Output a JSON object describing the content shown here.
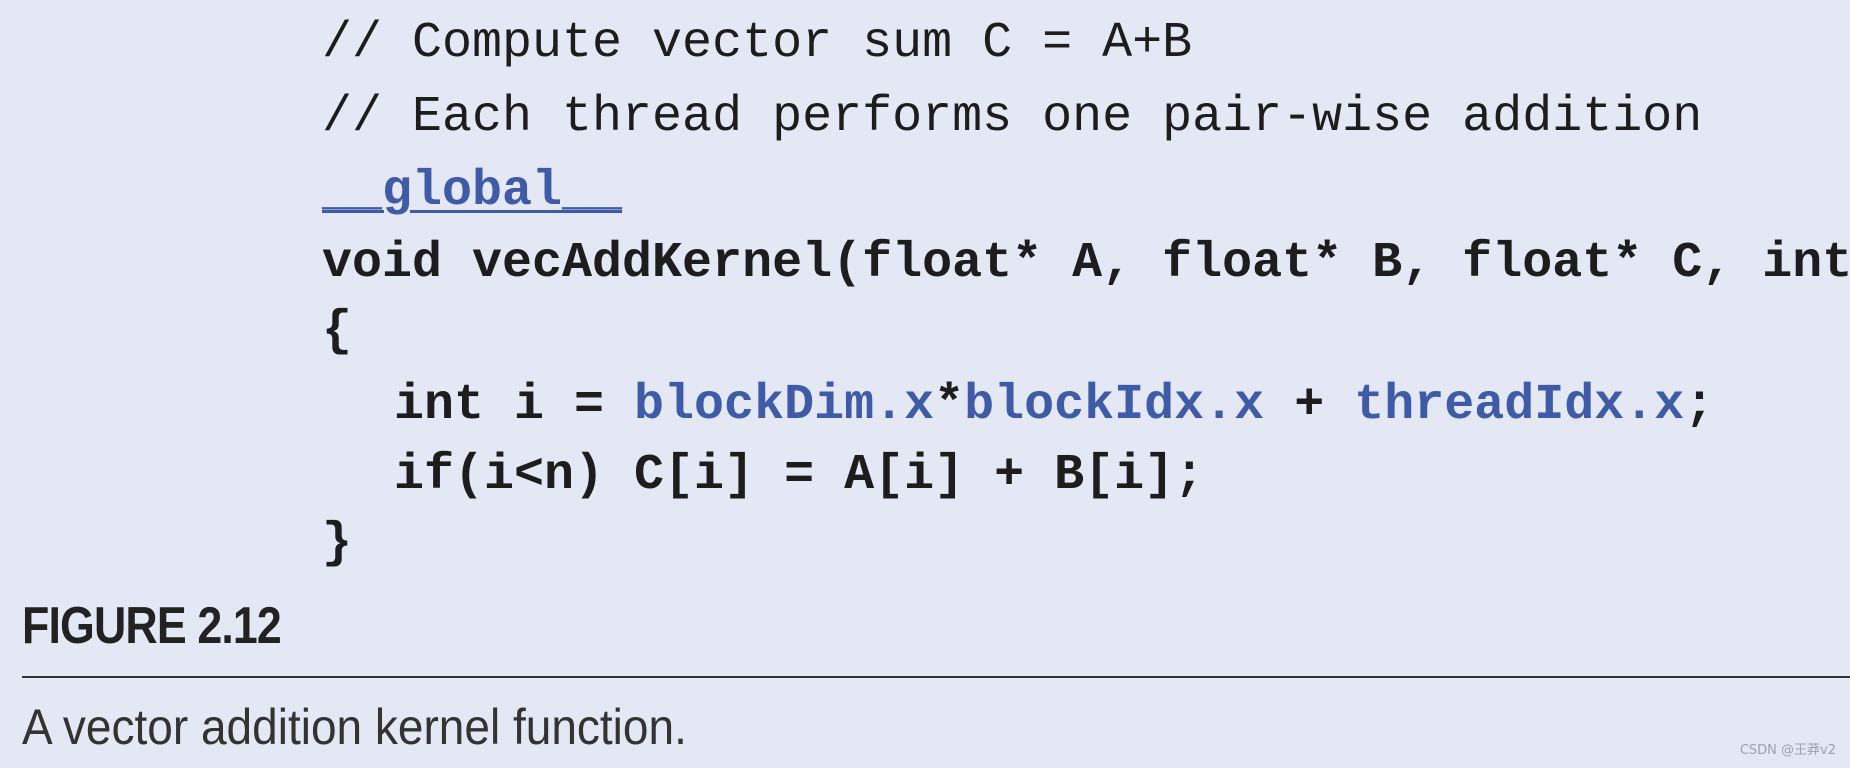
{
  "code": {
    "comment1": "// Compute vector sum C = A+B",
    "comment2": "// Each thread performs one pair-wise addition",
    "qualifier": "__global__",
    "signature": "void vecAddKernel(float* A, float* B, float* C, int n)",
    "open_brace": "{",
    "line_i_prefix": "int i = ",
    "line_i_blockDim": "blockDim.x",
    "line_i_star": "*",
    "line_i_blockIdx": "blockIdx.x",
    "line_i_plus": " + ",
    "line_i_threadIdx": "threadIdx.x",
    "line_i_semicolon": ";",
    "line_if": "if(i<n) C[i] = A[i] + B[i];",
    "close_brace": "}"
  },
  "figure": {
    "label": "FIGURE 2.12",
    "caption": "A vector addition kernel function."
  },
  "watermark": "CSDN @王莽v2",
  "colors": {
    "background": "#e3e8f4",
    "keyword_blue": "#3f5aa6",
    "text": "#1d1d1d"
  }
}
